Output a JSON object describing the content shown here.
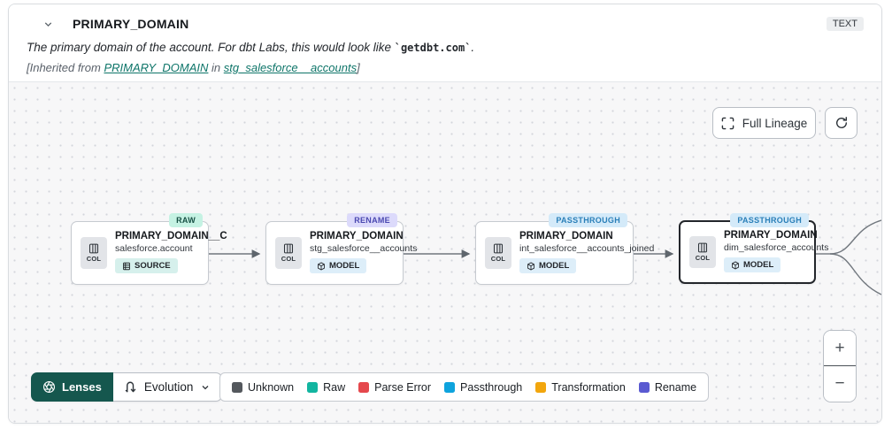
{
  "header": {
    "column_name": "PRIMARY_DOMAIN",
    "type_badge": "TEXT",
    "description": {
      "prefix": "The primary domain of the account. For dbt Labs, this would look like ",
      "code": "`getdbt.com`",
      "suffix": "."
    },
    "inherited": {
      "prefix": "[Inherited from ",
      "column_link": "PRIMARY_DOMAIN",
      "middle": " in ",
      "model_link": "stg_salesforce__accounts",
      "suffix": "]"
    }
  },
  "toolbar": {
    "full_lineage": "Full Lineage"
  },
  "canvas": {
    "nodes": [
      {
        "tag": "RAW",
        "title": "PRIMARY_DOMAIN__C",
        "subtitle": "salesforce.account",
        "resource": "SOURCE",
        "col": "COL"
      },
      {
        "tag": "RENAME",
        "title": "PRIMARY_DOMAIN",
        "subtitle": "stg_salesforce__accounts",
        "resource": "MODEL",
        "col": "COL"
      },
      {
        "tag": "PASSTHROUGH",
        "title": "PRIMARY_DOMAIN",
        "subtitle": "int_salesforce__accounts_joined",
        "resource": "MODEL",
        "col": "COL"
      },
      {
        "tag": "PASSTHROUGH",
        "title": "PRIMARY_DOMAIN",
        "subtitle": "dim_salesforce_accounts",
        "resource": "MODEL",
        "col": "COL",
        "selected": true
      }
    ]
  },
  "footer": {
    "lenses_label": "Lenses",
    "lens_selected": "Evolution",
    "legend": [
      {
        "label": "Unknown",
        "color": "#54585d"
      },
      {
        "label": "Raw",
        "color": "#12b5a0"
      },
      {
        "label": "Parse Error",
        "color": "#e5484d"
      },
      {
        "label": "Passthrough",
        "color": "#0ea3dd"
      },
      {
        "label": "Transformation",
        "color": "#f2a60d"
      },
      {
        "label": "Rename",
        "color": "#5a5ad1"
      }
    ]
  },
  "zoom_controls": {
    "zoom_in": "+",
    "zoom_out": "−"
  },
  "colors": {
    "link": "#0e7569",
    "lenses_bg": "#15574e",
    "tag_raw_bg": "#c5f2e3",
    "tag_rename_bg": "#dcdafb",
    "tag_passthrough_bg": "#d4eaf9",
    "badge_source_bg": "#d6f0ec",
    "badge_model_bg": "#ddeef9",
    "edge": "#71777e"
  }
}
